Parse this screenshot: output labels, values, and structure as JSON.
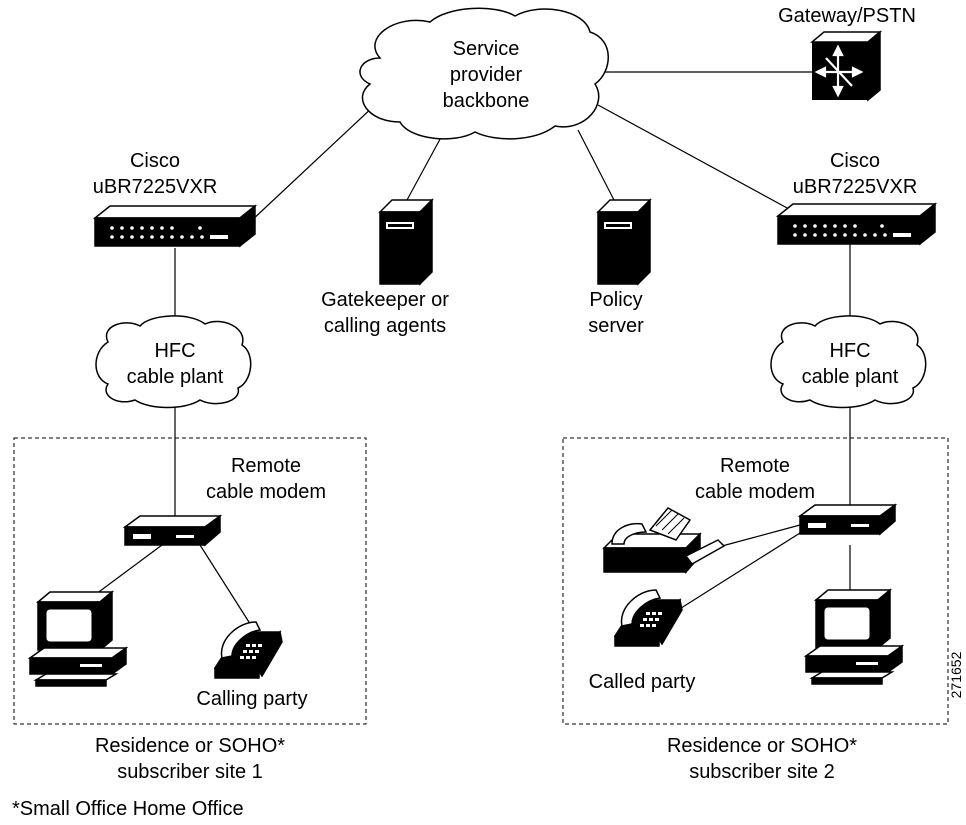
{
  "labels": {
    "backbone": [
      "Service",
      "provider",
      "backbone"
    ],
    "gateway": "Gateway/PSTN",
    "cmts_left": [
      "Cisco",
      "uBR7225VXR"
    ],
    "cmts_right": [
      "Cisco",
      "uBR7225VXR"
    ],
    "gatekeeper": [
      "Gatekeeper or",
      "calling agents"
    ],
    "policy": [
      "Policy",
      "server"
    ],
    "hfc_left": [
      "HFC",
      "cable plant"
    ],
    "hfc_right": [
      "HFC",
      "cable plant"
    ],
    "modem_left": [
      "Remote",
      "cable modem"
    ],
    "modem_right": [
      "Remote",
      "cable modem"
    ],
    "calling_party": "Calling party",
    "called_party": "Called party",
    "site1": [
      "Residence or SOHO*",
      "subscriber site 1"
    ],
    "site2": [
      "Residence or SOHO*",
      "subscriber site 2"
    ],
    "footnote": "*Small Office Home Office",
    "figure_id": "271652"
  }
}
